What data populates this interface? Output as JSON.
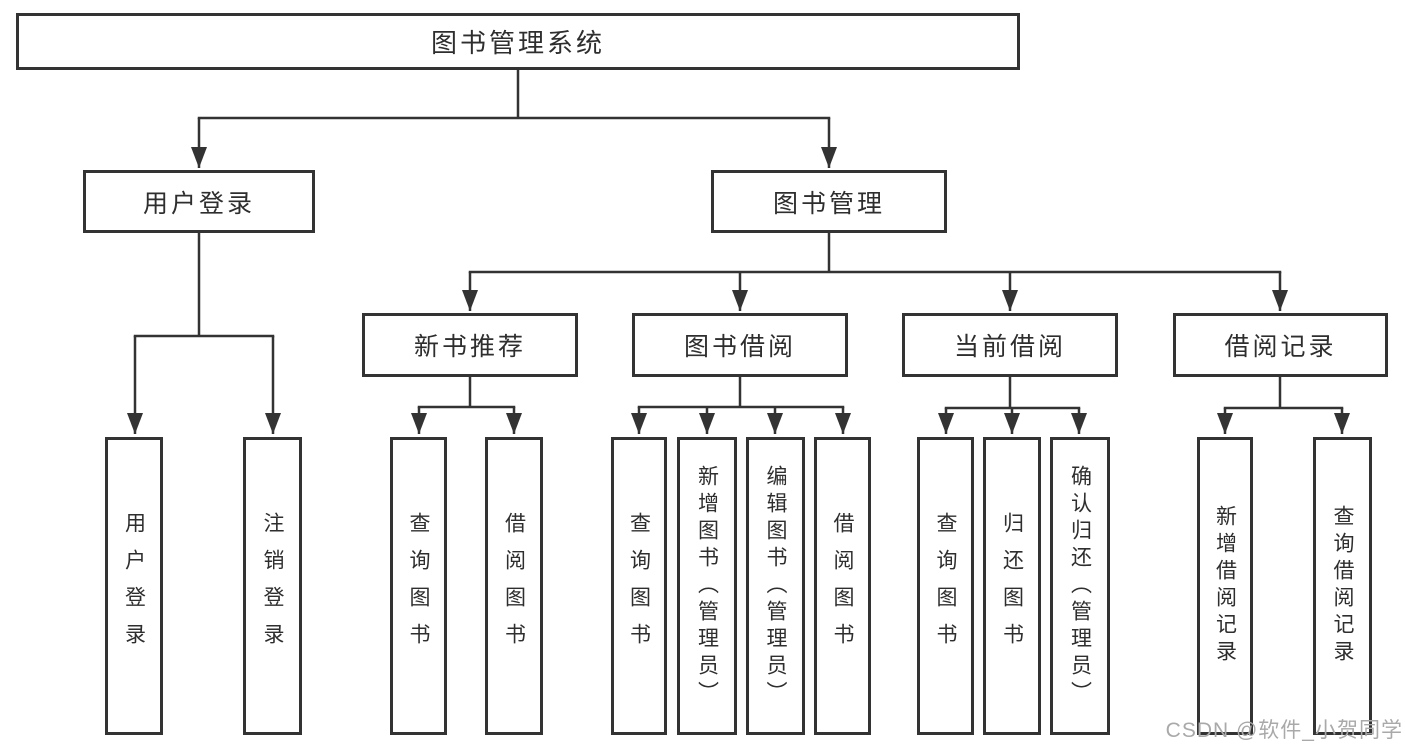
{
  "diagram": {
    "title": "图书管理系统",
    "tree": {
      "root": {
        "label": "图书管理系统"
      },
      "level2": [
        {
          "label": "用户登录",
          "children": [
            "用户登录",
            "注销登录"
          ]
        },
        {
          "label": "图书管理"
        }
      ],
      "level3": [
        {
          "label": "新书推荐",
          "children": [
            "查询图书",
            "借阅图书"
          ]
        },
        {
          "label": "图书借阅",
          "children": [
            "查询图书",
            "新增图书（管理员）",
            "编辑图书（管理员）",
            "借阅图书"
          ]
        },
        {
          "label": "当前借阅",
          "children": [
            "查询图书",
            "归还图书",
            "确认归还（管理员）"
          ]
        },
        {
          "label": "借阅记录",
          "children": [
            "新增借阅记录",
            "查询借阅记录"
          ]
        }
      ]
    },
    "colors": {
      "line": "#333333",
      "box_border": "#333333",
      "box_fill": "#ffffff",
      "text": "#2e2e2e",
      "background": "#ffffff",
      "watermark": "#a9a9a9"
    }
  },
  "watermark": {
    "text": "CSDN @软件_小贺同学"
  }
}
